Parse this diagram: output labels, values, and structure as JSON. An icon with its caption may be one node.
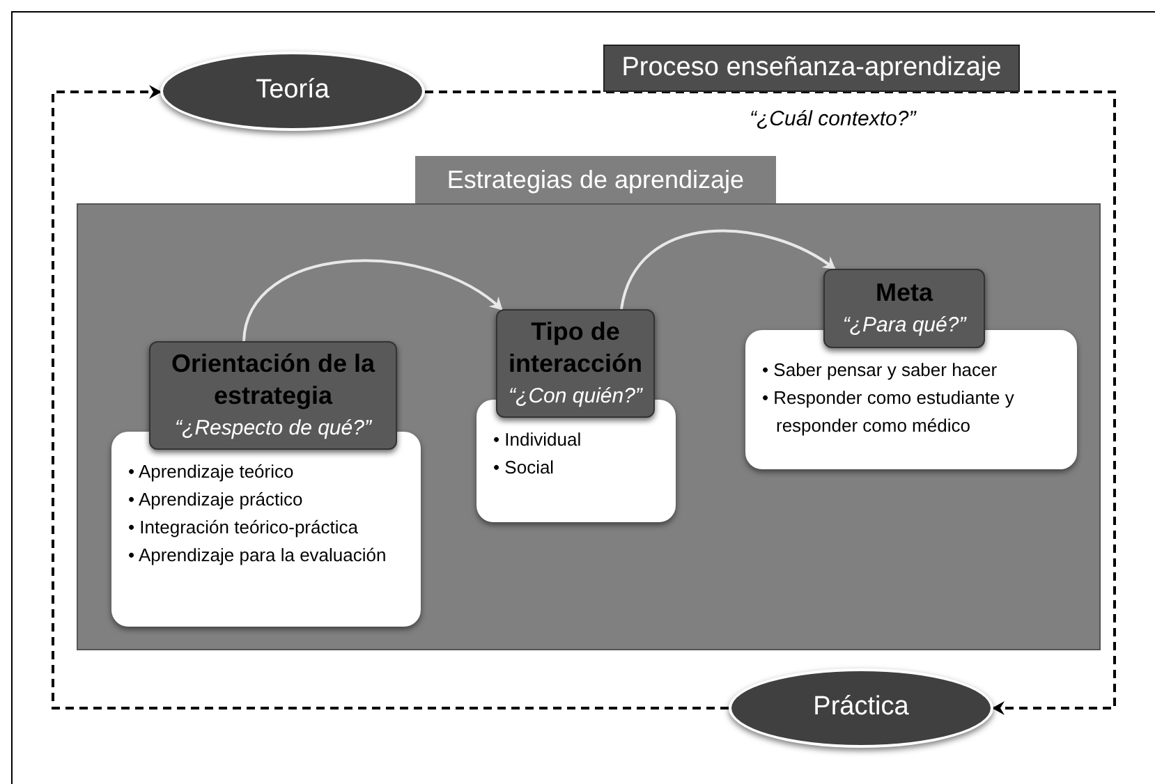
{
  "diagram": {
    "nodes": [
      {
        "text": [
          "Teoría"
        ]
      },
      {
        "text": [
          "Proceso enseñanza-aprendizaje"
        ],
        "beside": [
          "“¿Cuál contexto?”"
        ]
      },
      {
        "text": [
          "Estrategias de aprendizaje"
        ]
      },
      {
        "text": [
          "Orientación de la estrategia",
          "“¿Respecto de qué?”"
        ],
        "in": 2
      },
      {
        "text": [
          "• Aprendizaje teórico",
          "• Aprendizaje práctico",
          "• Integración teórico-práctica",
          "• Aprendizaje para la evaluación"
        ],
        "in": 2
      },
      {
        "text": [
          "Tipo de interacción",
          "“¿Con quién?”"
        ],
        "in": 2
      },
      {
        "text": [
          "• Individual",
          "• Social"
        ],
        "in": 2
      },
      {
        "text": [
          "Meta",
          "“¿Para qué?”"
        ],
        "in": 2
      },
      {
        "text": [
          "• Saber pensar y saber hacer",
          "• Responder como estudiante y responder como médico"
        ],
        "in": 2
      },
      {
        "text": [
          "Práctica"
        ]
      }
    ],
    "edges": [
      {
        "from": 0,
        "to": 9,
        "arrow": "to",
        "style": "dashed"
      },
      {
        "from": 9,
        "to": 0,
        "arrow": "to",
        "style": "dashed"
      },
      {
        "from": 3,
        "to": 5,
        "arrow": "to",
        "color": "#e8e8e8"
      },
      {
        "from": 5,
        "to": 7,
        "arrow": "to",
        "color": "#e8e8e8"
      }
    ]
  }
}
